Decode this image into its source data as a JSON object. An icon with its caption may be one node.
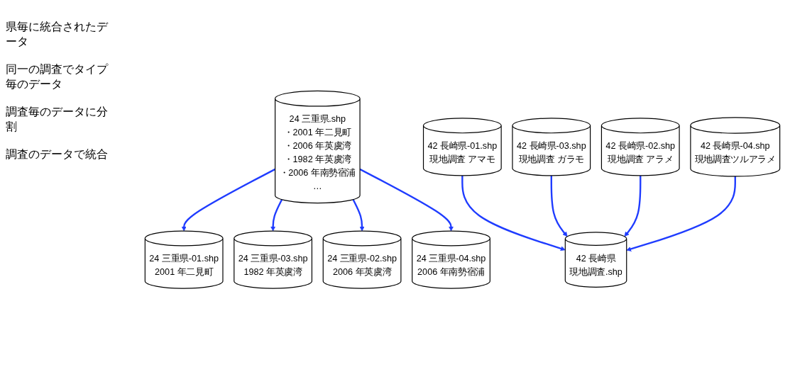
{
  "diagram": {
    "nodes": [
      {
        "text": [
          "24 三重県.shp",
          "・2001 年二見町",
          "・2006 年英虞湾",
          "・1982 年英虞湾",
          "・2006 年南勢宿浦",
          "…"
        ]
      },
      {
        "text": [
          "24 三重県-01.shp",
          "2001 年二見町"
        ]
      },
      {
        "text": [
          "24 三重県-03.shp",
          "1982 年英虞湾"
        ]
      },
      {
        "text": [
          "24 三重県-02.shp",
          "2006 年英虞湾"
        ]
      },
      {
        "text": [
          "24 三重県-04.shp",
          "2006 年南勢宿浦"
        ]
      },
      {
        "text": [
          "42 長崎県-01.shp",
          "現地調査 アマモ"
        ]
      },
      {
        "text": [
          "42 長崎県-03.shp",
          "現地調査 ガラモ"
        ]
      },
      {
        "text": [
          "42 長崎県-02.shp",
          "現地調査 アラメ"
        ]
      },
      {
        "text": [
          "42 長崎県-04.shp",
          "現地調査ツルアラメ"
        ]
      },
      {
        "text": [
          "42 長崎県",
          "現地調査.shp"
        ]
      }
    ],
    "edges": [
      {
        "from": 0,
        "to": 1,
        "arrow": "to"
      },
      {
        "from": 0,
        "to": 2,
        "arrow": "to"
      },
      {
        "from": 0,
        "to": 3,
        "arrow": "to"
      },
      {
        "from": 0,
        "to": 4,
        "arrow": "to"
      },
      {
        "from": 5,
        "to": 9,
        "arrow": "to"
      },
      {
        "from": 6,
        "to": 9,
        "arrow": "to"
      },
      {
        "from": 7,
        "to": 9,
        "arrow": "to"
      },
      {
        "from": 8,
        "to": 9,
        "arrow": "to"
      }
    ],
    "labels": [
      "県毎に統合されたデータ",
      "同一の調査でタイプ毎のデータ",
      "調査毎のデータに分割",
      "調査のデータで統合"
    ]
  }
}
